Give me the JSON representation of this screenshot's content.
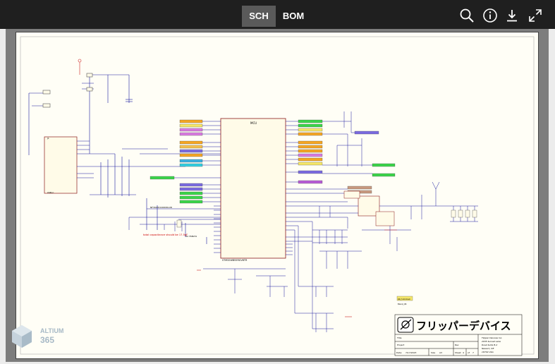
{
  "toolbar": {
    "tabs": [
      {
        "label": "SCH",
        "active": true
      },
      {
        "label": "BOM",
        "active": false
      }
    ],
    "icons": [
      "search-icon",
      "info-icon",
      "download-icon",
      "fullscreen-icon"
    ]
  },
  "schematic": {
    "company_jp": "フリッパーデバイス",
    "company_lines": [
      "Flipper Devices Inc.",
      "2035 Sunset Lake",
      "Road Suite B-2",
      "Newark, DE",
      "19702 USA"
    ],
    "title_label": "Title",
    "project_label": "Project",
    "rev_label": "Rev",
    "date_label": "Date:",
    "date_value": "7/17/2023",
    "sheet_label": "Sheet",
    "sheet_value": "4",
    "of_label": "of",
    "of_value": "7",
    "size_label": "Size",
    "size_value": "A3",
    "mcu_title": "MCU",
    "mcu_part": "STM32WB55RGV6TR",
    "note_red": "total capacitance should be 17.5pF",
    "label_box": "QR_5.0mmsm",
    "label_qr": "Blank_QR",
    "osc_part": "NF3020C14000KLXR",
    "osc_value": "32.768kHz"
  },
  "branding": {
    "name": "ALTIUM",
    "number": "365"
  }
}
